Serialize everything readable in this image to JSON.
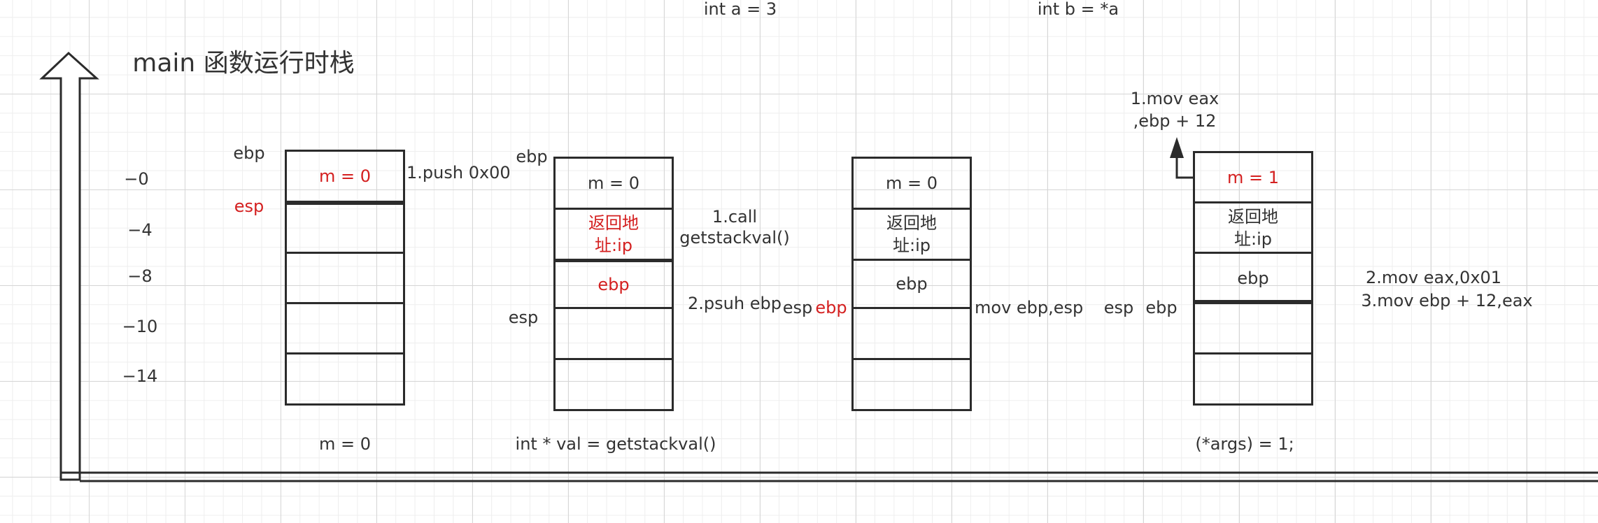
{
  "title": "main 函数运行时栈",
  "axis_ticks": [
    "−0",
    "−4",
    "−8",
    "−10",
    "−14"
  ],
  "top_labels": {
    "int_a": "int a = 3",
    "int_b": "int b =  *a"
  },
  "stack1": {
    "ebp_label": "ebp",
    "esp_label": "esp",
    "cells": [
      "m = 0",
      "",
      "",
      "",
      ""
    ],
    "note": "1.push 0x00",
    "bottom": "m = 0"
  },
  "stack2": {
    "ebp_label": "ebp",
    "esp_label": "esp",
    "cells": [
      "m = 0",
      "返回地\n址:ip",
      "ebp",
      "",
      ""
    ],
    "note1": "1.call\ngetstackval()",
    "note2": "2.psuh ebp",
    "bottom": "int * val = getstackval()"
  },
  "stack3": {
    "esp_label": "esp",
    "ebp_label": "ebp",
    "cells": [
      "m = 0",
      "返回地\n址:ip",
      "ebp",
      "",
      ""
    ],
    "note": "mov ebp,esp"
  },
  "stack4": {
    "esp_label": "esp",
    "ebp_label": "ebp",
    "cells": [
      "m = 1",
      "返回地\n址:ip",
      "ebp",
      "",
      ""
    ],
    "note_top": "1.mov eax\n,ebp + 12",
    "note_right1": "2.mov eax,0x01",
    "note_right2": "3.mov ebp  + 12,eax",
    "bottom": "(*args) = 1;"
  },
  "colors": {
    "highlight": "#d42020",
    "text": "#333333",
    "line": "#2b2b2b"
  }
}
